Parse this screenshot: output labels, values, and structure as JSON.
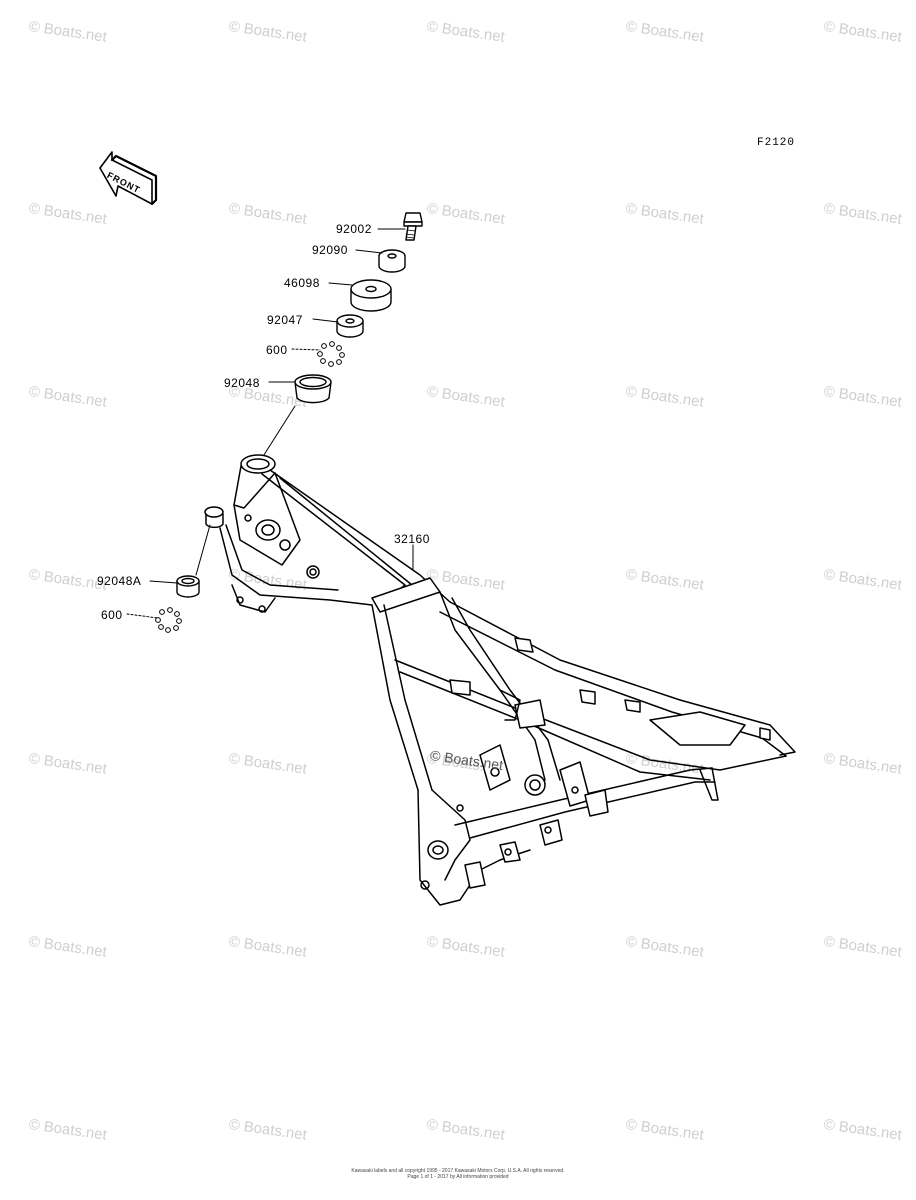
{
  "figure_code": "F2120",
  "front_arrow_label": "FRONT",
  "watermark_text": "© Boats.net",
  "frame_watermark_text": "© Boats.net",
  "parts": [
    {
      "id": "p92002",
      "number": "92002"
    },
    {
      "id": "p92090",
      "number": "92090"
    },
    {
      "id": "p46098",
      "number": "46098"
    },
    {
      "id": "p92047",
      "number": "92047"
    },
    {
      "id": "p600a",
      "number": "600"
    },
    {
      "id": "p92048",
      "number": "92048"
    },
    {
      "id": "p32160",
      "number": "32160"
    },
    {
      "id": "p92048A",
      "number": "92048A"
    },
    {
      "id": "p600b",
      "number": "600"
    }
  ],
  "copyright_line1": "Kawasaki labels and all copyright 1995 - 2017 Kawasaki Motors Corp. U.S.A. All rights reserved.",
  "copyright_line2": "Page 1 of 1 - 2017 by All information provided"
}
